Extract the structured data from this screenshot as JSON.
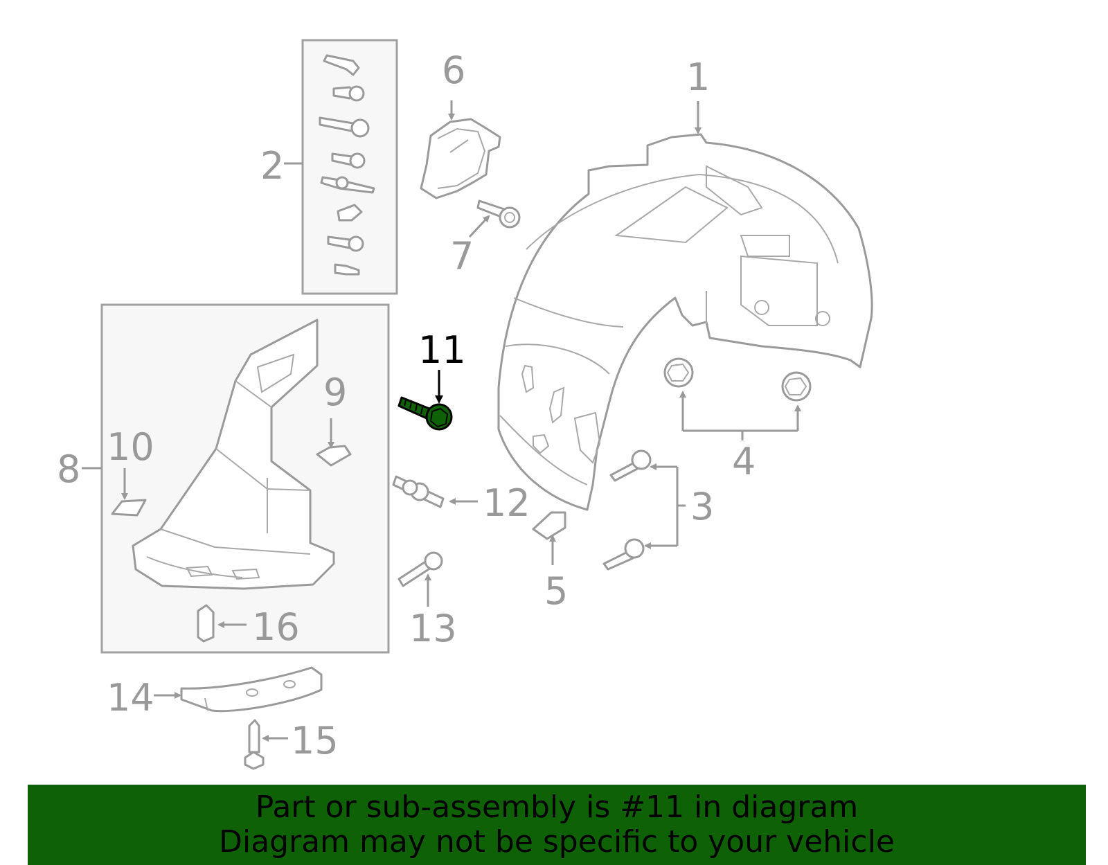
{
  "highlighted_part": "11",
  "colors": {
    "highlight": "#0f6106",
    "line": "#999999",
    "callout_active": "#000000",
    "banner_bg": "#0f6106"
  },
  "callouts": {
    "c1": "1",
    "c2": "2",
    "c3": "3",
    "c4": "4",
    "c5": "5",
    "c6": "6",
    "c7": "7",
    "c8": "8",
    "c9": "9",
    "c10": "10",
    "c11": "11",
    "c12": "12",
    "c13": "13",
    "c14": "14",
    "c15": "15",
    "c16": "16"
  },
  "banner": {
    "line1": "Part or sub-assembly is #11 in diagram",
    "line2": "Diagram may not be specific to your vehicle"
  }
}
